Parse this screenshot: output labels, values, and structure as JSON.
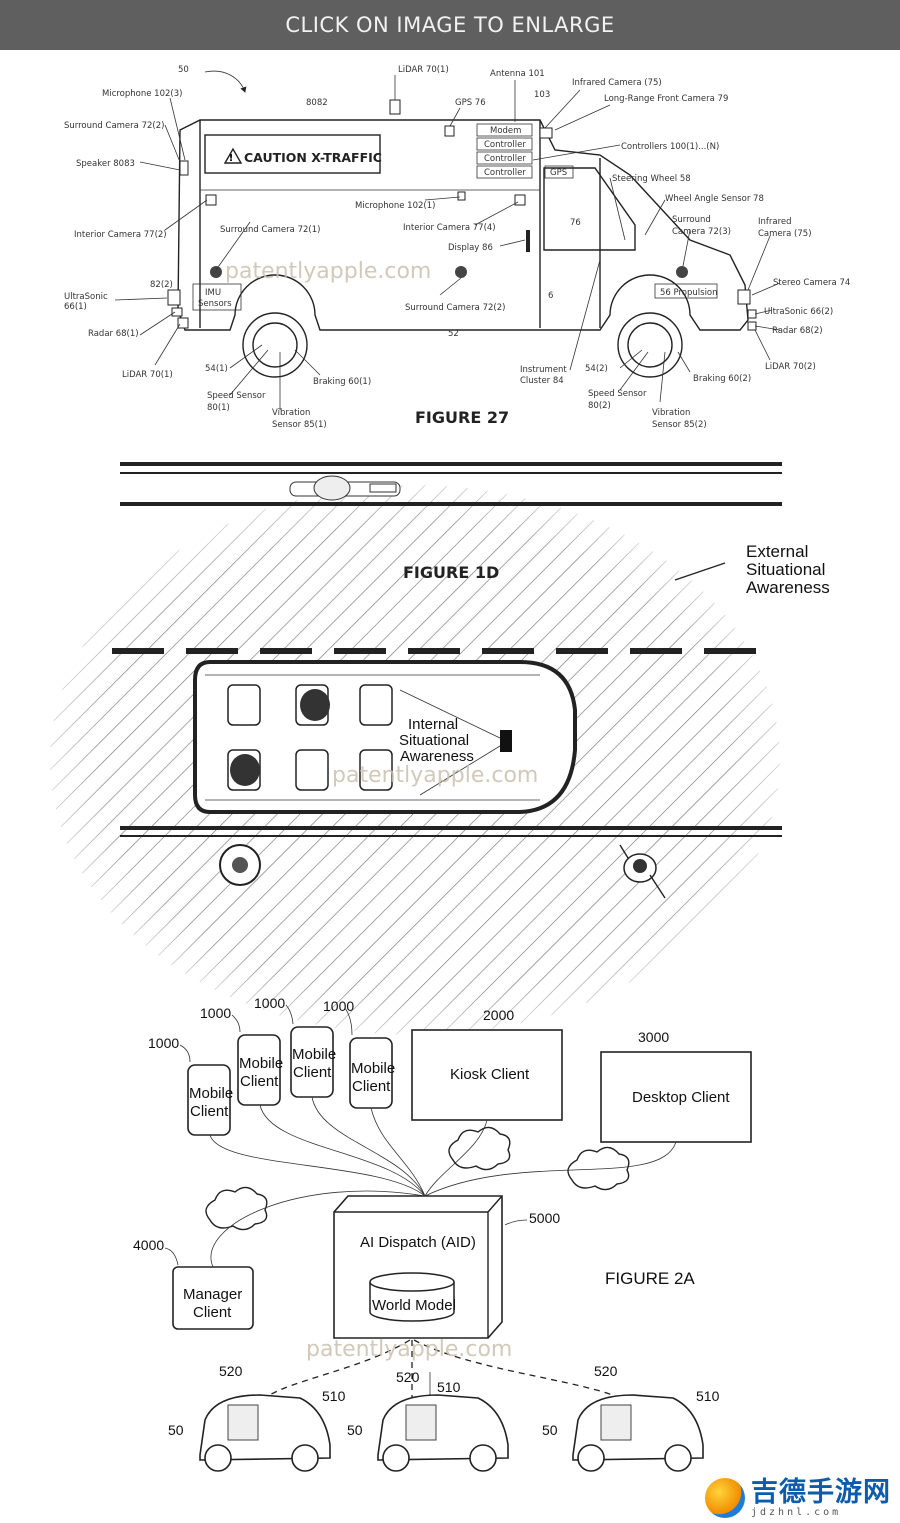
{
  "header": {
    "title": "CLICK ON IMAGE TO ENLARGE"
  },
  "watermark": "patentlyapple.com",
  "fig27": {
    "title": "FIGURE 27",
    "caution": "CAUTION X-TRAFFIC",
    "labels": {
      "n50": "50",
      "mic1023": "Microphone 102(3)",
      "lidar701": "LiDAR 70(1)",
      "antenna": "Antenna 101",
      "ir75a": "Infrared Camera (75)",
      "lrfront": "Long-Range Front Camera 79",
      "n103": "103",
      "gps76": "GPS 76",
      "n8082": "8082",
      "sc722": "Surround Camera 72(2)",
      "speaker": "Speaker 8083",
      "modem": "Modem",
      "ctrl": "Controller",
      "controllers": "Controllers 100(1)...(N)",
      "gps": "GPS",
      "steering": "Steering Wheel 58",
      "wheelangle": "Wheel Angle Sensor 78",
      "mic1021": "Microphone 102(1)",
      "ic772": "Interior Camera 77(2)",
      "sc721": "Surround Camera 72(1)",
      "ic774": "Interior Camera 77(4)",
      "n76": "76",
      "sc723a": "Surround",
      "sc723b": "Camera 72(3)",
      "ir75b1": "Infrared",
      "ir75b2": "Camera (75)",
      "display": "Display 86",
      "n822": "82(2)",
      "imu1": "IMU",
      "imu2": "Sensors",
      "us662a": "UltraSonic",
      "us662b": "66(1)",
      "stereo": "Stereo Camera 74",
      "propulsion": "56  Propulsion",
      "sc722b": "Surround Camera 72(2)",
      "us662": "UltraSonic 66(2)",
      "radar681": "Radar 68(1)",
      "radar682": "Radar 68(2)",
      "n52": "52",
      "n541": "54(1)",
      "lidar701b": "LiDAR 70(1)",
      "braking601": "Braking 60(1)",
      "instr1": "Instrument",
      "instr2": "Cluster 84",
      "n542": "54(2)",
      "lidar702": "LiDAR 70(2)",
      "braking602": "Braking 60(2)",
      "speed801a": "Speed Sensor",
      "speed801b": "80(1)",
      "vib851a": "Vibration",
      "vib851b": "Sensor 85(1)",
      "speed802a": "Speed Sensor",
      "speed802b": "80(2)",
      "vib852a": "Vibration",
      "vib852b": "Sensor 85(2)",
      "n6": "6"
    }
  },
  "fig1d": {
    "title": "FIGURE 1D",
    "external1": "External",
    "external2": "Situational",
    "external3": "Awareness",
    "internal1": "Internal",
    "internal2": "Situational",
    "internal3": "Awareness"
  },
  "fig2a": {
    "title": "FIGURE 2A",
    "n1000": "1000",
    "mobile1": "Mobile",
    "mobile2": "Client",
    "n2000": "2000",
    "kiosk": "Kiosk Client",
    "n3000": "3000",
    "desktop": "Desktop Client",
    "n4000": "4000",
    "manager1": "Manager",
    "manager2": "Client",
    "n5000": "5000",
    "aid": "AI Dispatch (AID)",
    "world": "World Model",
    "n520": "520",
    "n510": "510",
    "n50": "50"
  },
  "logo": {
    "cn": "吉德手游网",
    "en": "jdzhnl.com"
  }
}
